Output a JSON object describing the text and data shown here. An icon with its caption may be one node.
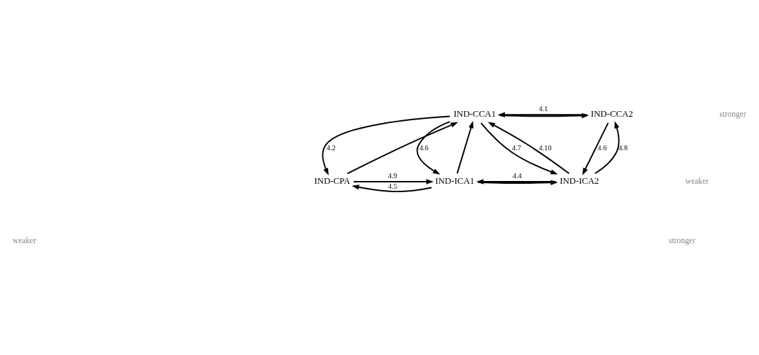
{
  "diagram": {
    "nodes": [
      {
        "text": [
          "IND-CCA1"
        ]
      },
      {
        "text": [
          "IND-CCA2"
        ]
      },
      {
        "text": [
          "IND-CPA"
        ]
      },
      {
        "text": [
          "IND-ICA1"
        ]
      },
      {
        "text": [
          "IND-ICA2"
        ]
      }
    ],
    "edges": [
      {
        "from": 0,
        "to": 1,
        "arrow": "to"
      },
      {
        "from": 1,
        "to": 0,
        "arrow": "to",
        "label": "4.1"
      },
      {
        "from": 0,
        "to": 2,
        "arrow": "to",
        "label": "4.2"
      },
      {
        "from": 2,
        "to": 0,
        "arrow": "to"
      },
      {
        "from": 0,
        "to": 3,
        "arrow": "to",
        "label": "4.6"
      },
      {
        "from": 3,
        "to": 0,
        "arrow": "to"
      },
      {
        "from": 0,
        "to": 4,
        "arrow": "to",
        "label": "4.7"
      },
      {
        "from": 4,
        "to": 0,
        "arrow": "to",
        "label": "4.10"
      },
      {
        "from": 1,
        "to": 4,
        "arrow": "to",
        "label": "4.6"
      },
      {
        "from": 4,
        "to": 1,
        "arrow": "to",
        "label": "4.8"
      },
      {
        "from": 2,
        "to": 3,
        "arrow": "to",
        "label": "4.9"
      },
      {
        "from": 3,
        "to": 2,
        "arrow": "to",
        "label": "4.5"
      },
      {
        "from": 3,
        "to": 4,
        "arrow": "to"
      },
      {
        "from": 4,
        "to": 3,
        "arrow": "to",
        "label": "4.4"
      }
    ],
    "labels": [
      "stronger",
      "weaker",
      "weaker",
      "stronger"
    ]
  }
}
